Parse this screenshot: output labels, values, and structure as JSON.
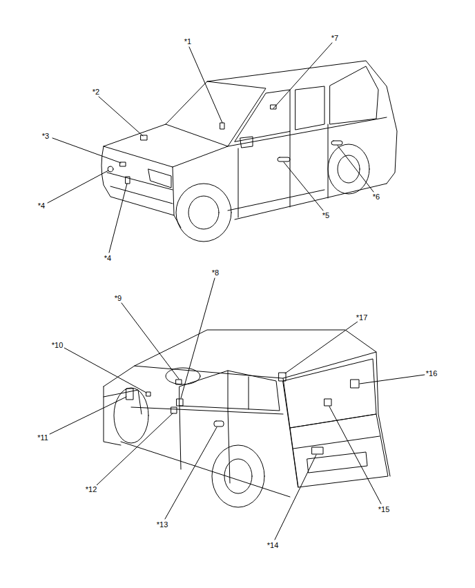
{
  "diagram": {
    "labels": [
      "*1",
      "*2",
      "*3",
      "*4",
      "*4",
      "*5",
      "*6",
      "*7",
      "*8",
      "*9",
      "*10",
      "*11",
      "*12",
      "*13",
      "*14",
      "*15",
      "*16",
      "*17"
    ]
  }
}
